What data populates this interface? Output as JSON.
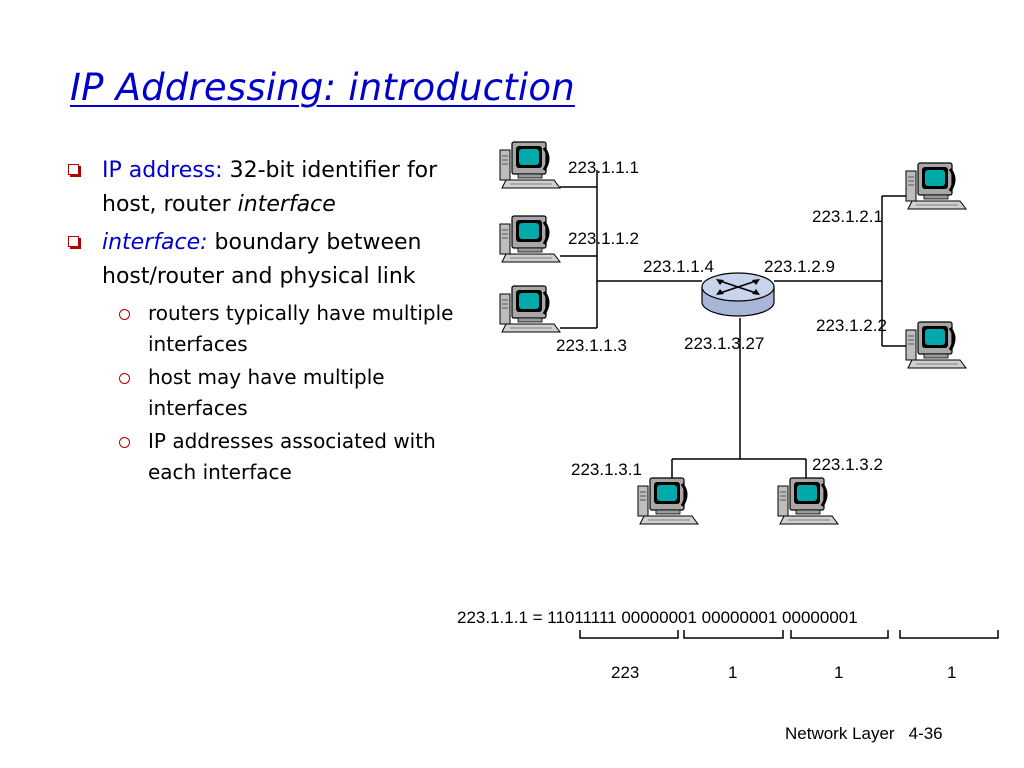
{
  "slide": {
    "title": "IP Addressing: introduction",
    "bullets": {
      "b1_label": "IP address:",
      "b1_text": " 32-bit identifier for host, router ",
      "b1_italic": "interface",
      "b2_label": "interface:",
      "b2_text": " boundary between host/router and physical link",
      "sub": [
        "routers typically have multiple interfaces",
        "host may have multiple interfaces",
        "IP addresses associated with each interface"
      ]
    },
    "footer": {
      "section": "Network Layer",
      "page": "4-36"
    }
  },
  "network": {
    "host_labels": {
      "h1": "223.1.1.1",
      "h2": "223.1.1.2",
      "h3": "223.1.1.3",
      "h4": "223.1.2.1",
      "h5": "223.1.2.2",
      "h6": "223.1.3.1",
      "h7": "223.1.3.2"
    },
    "router_interfaces": {
      "if1": "223.1.1.4",
      "if2": "223.1.2.9",
      "if3": "223.1.3.27"
    }
  },
  "binary_example": {
    "equation": "223.1.1.1 = 11011111 00000001 00000001 00000001",
    "bytes": [
      "223",
      "1",
      "1",
      "1"
    ]
  }
}
